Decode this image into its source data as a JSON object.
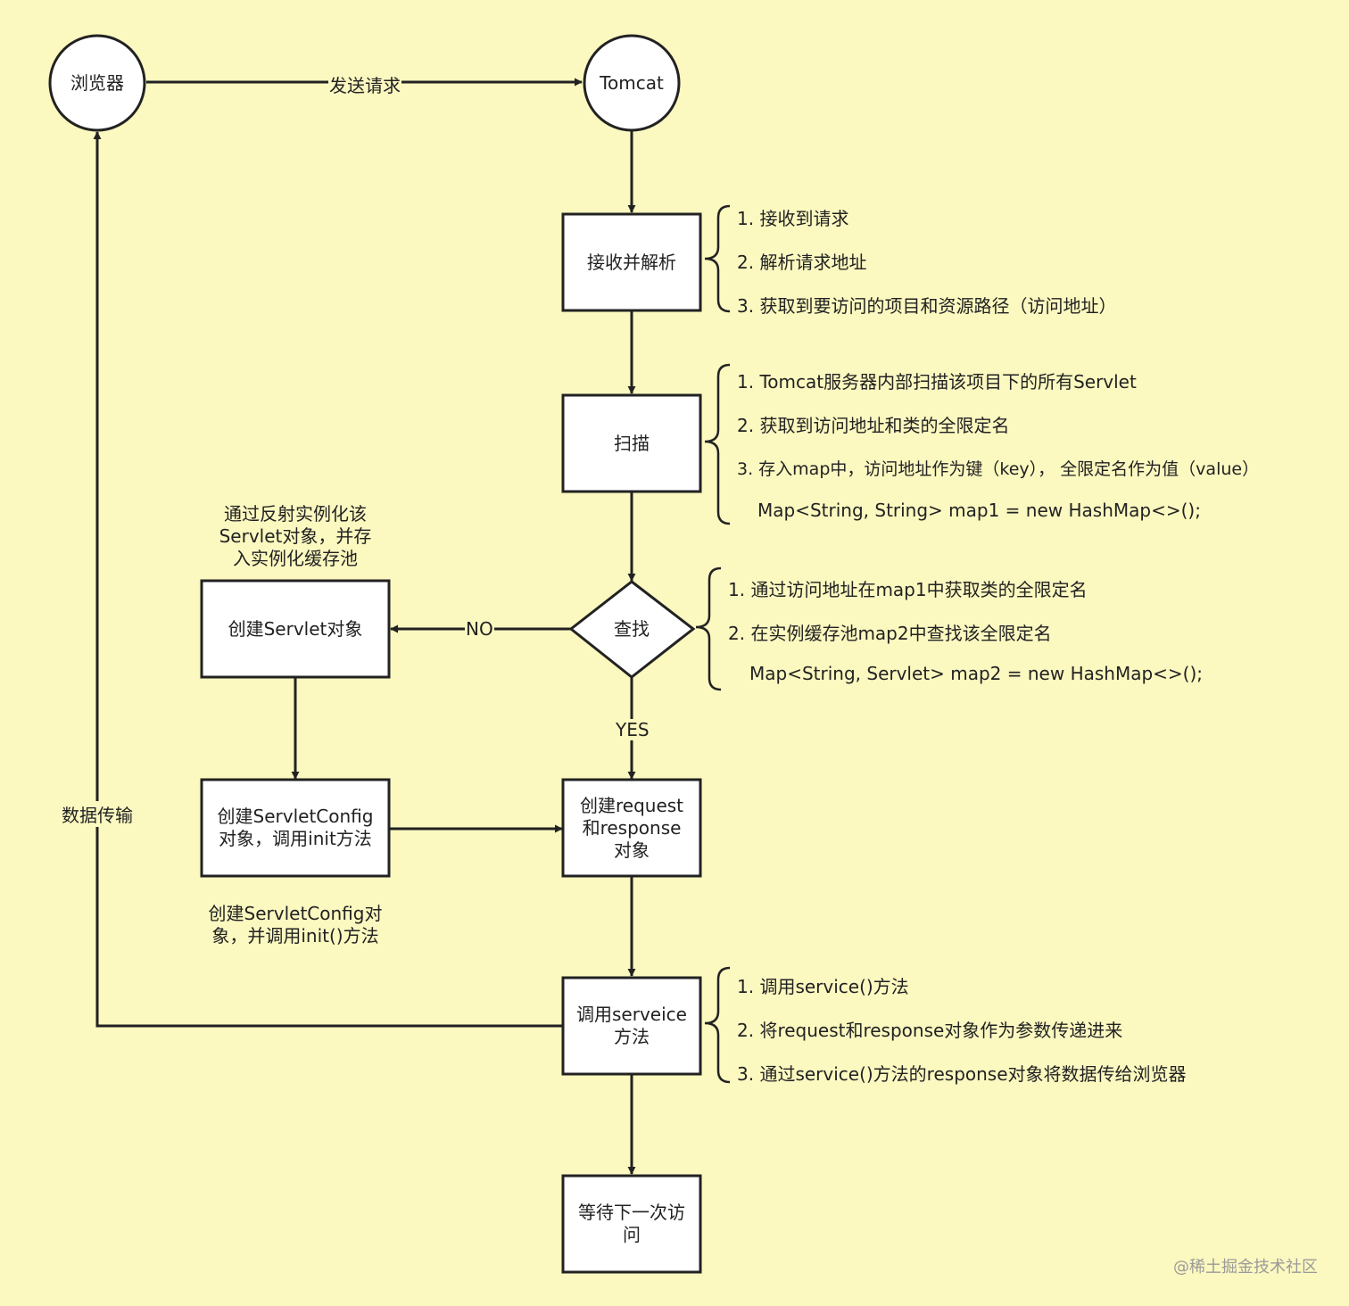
{
  "nodes": {
    "browser": "浏览器",
    "tomcat": "Tomcat",
    "receive": "接收并解析",
    "scan": "扫描",
    "lookup": "查找",
    "create_servlet": "创建Servlet对象",
    "create_config": "创建ServletConfig\n对象，调用init方法",
    "create_req_resp": "创建request\n和response\n对象",
    "call_service": "调用serveice\n方法",
    "wait": "等待下一次访\n问"
  },
  "edges": {
    "send_request": "发送请求",
    "no": "NO",
    "yes": "YES",
    "data_transfer": "数据传输"
  },
  "notes": {
    "receive": [
      "1. 接收到请求",
      "2. 解析请求地址",
      "3. 获取到要访问的项目和资源路径（访问地址）"
    ],
    "scan": [
      "1. Tomcat服务器内部扫描该项目下的所有Servlet",
      "2. 获取到访问地址和类的全限定名",
      "3. 存入map中，访问地址作为键（key）， 全限定名作为值（value）",
      "Map<String, String> map1 = new HashMap<>();"
    ],
    "lookup": [
      "1. 通过访问地址在map1中获取类的全限定名",
      "2. 在实例缓存池map2中查找该全限定名",
      "Map<String, Servlet> map2 = new HashMap<>();"
    ],
    "call_service": [
      "1. 调用service()方法",
      "2. 将request和response对象作为参数传递进来",
      "3. 通过service()方法的response对象将数据传给浏览器"
    ]
  },
  "annotations": {
    "reflect": "通过反射实例化该\nServlet对象，并存\n入实例化缓存池",
    "config": "创建ServletConfig对\n象，并调用init()方法"
  },
  "watermark": "@稀土掘金技术社区",
  "colors": {
    "background": "#fbf8c0",
    "shape_fill": "#ffffff",
    "stroke": "#222222"
  }
}
